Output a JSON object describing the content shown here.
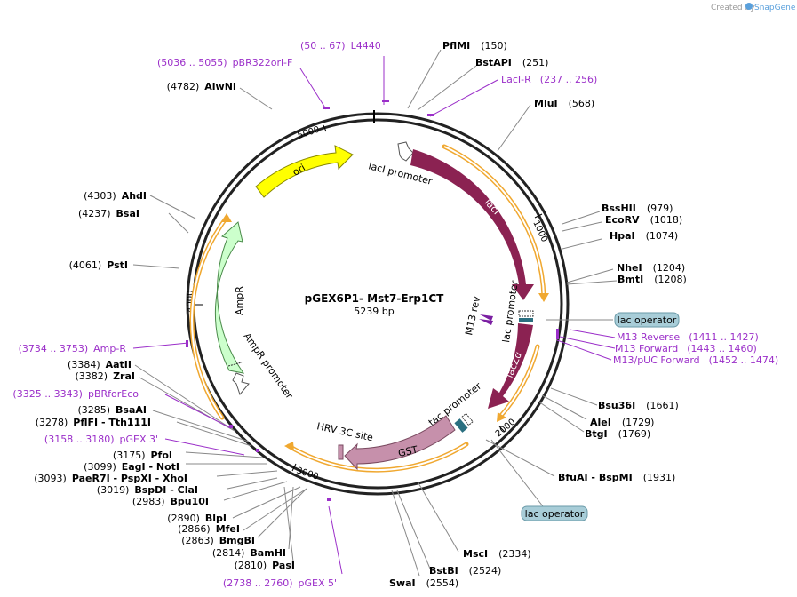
{
  "header": {
    "created_by": "Created by",
    "brand": "SnapGene"
  },
  "plasmid": {
    "name": "pGEX6P1- Mst7-Erp1CT",
    "size": "5239 bp"
  },
  "ticks": [
    "1000",
    "2000",
    "3000",
    "4000",
    "5000"
  ],
  "enzymes": [
    {
      "name": "PflMI",
      "pos": "(150)"
    },
    {
      "name": "BstAPI",
      "pos": "(251)"
    },
    {
      "name": "MluI",
      "pos": "(568)"
    },
    {
      "name": "BssHII",
      "pos": "(979)"
    },
    {
      "name": "EcoRV",
      "pos": "(1018)"
    },
    {
      "name": "HpaI",
      "pos": "(1074)"
    },
    {
      "name": "NheI",
      "pos": "(1204)"
    },
    {
      "name": "BmtI",
      "pos": "(1208)"
    },
    {
      "name": "Bsu36I",
      "pos": "(1661)"
    },
    {
      "name": "AleI",
      "pos": "(1729)"
    },
    {
      "name": "BtgI",
      "pos": "(1769)"
    },
    {
      "name": "BfuAI - BspMI",
      "pos": "(1931)"
    },
    {
      "name": "MscI",
      "pos": "(2334)"
    },
    {
      "name": "BstBI",
      "pos": "(2524)"
    },
    {
      "name": "SwaI",
      "pos": "(2554)"
    },
    {
      "name": "PasI",
      "pos": "(2810)"
    },
    {
      "name": "BamHI",
      "pos": "(2814)"
    },
    {
      "name": "BmgBI",
      "pos": "(2863)"
    },
    {
      "name": "MfeI",
      "pos": "(2866)"
    },
    {
      "name": "BlpI",
      "pos": "(2890)"
    },
    {
      "name": "Bpu10I",
      "pos": "(2983)"
    },
    {
      "name": "BspDI - ClaI",
      "pos": "(3019)"
    },
    {
      "name": "PaeR7I - PspXI - XhoI",
      "pos": "(3093)"
    },
    {
      "name": "EagI - NotI",
      "pos": "(3099)"
    },
    {
      "name": "PfoI",
      "pos": "(3175)"
    },
    {
      "name": "PflFI - Tth111I",
      "pos": "(3278)"
    },
    {
      "name": "BsaAI",
      "pos": "(3285)"
    },
    {
      "name": "ZraI",
      "pos": "(3382)"
    },
    {
      "name": "AatII",
      "pos": "(3384)"
    },
    {
      "name": "PstI",
      "pos": "(4061)"
    },
    {
      "name": "BsaI",
      "pos": "(4237)"
    },
    {
      "name": "AhdI",
      "pos": "(4303)"
    },
    {
      "name": "AlwNI",
      "pos": "(4782)"
    }
  ],
  "primers": [
    {
      "name": "L4440",
      "range": "(50 .. 67)"
    },
    {
      "name": "pBR322ori-F",
      "range": "(5036 .. 5055)"
    },
    {
      "name": "LacI-R",
      "range": "(237 .. 256)"
    },
    {
      "name": "M13 Reverse",
      "range": "(1411 .. 1427)"
    },
    {
      "name": "M13 Forward",
      "range": "(1443 .. 1460)"
    },
    {
      "name": "M13/pUC Forward",
      "range": "(1452 .. 1474)"
    },
    {
      "name": "Amp-R",
      "range": "(3734 .. 3753)"
    },
    {
      "name": "pBRforEco",
      "range": "(3325 .. 3343)"
    },
    {
      "name": "pGEX 3'",
      "range": "(3158 .. 3180)"
    },
    {
      "name": "pGEX 5'",
      "range": "(2738 .. 2760)"
    }
  ],
  "features": [
    {
      "name": "lacI promoter"
    },
    {
      "name": "lacI"
    },
    {
      "name": "lac promoter"
    },
    {
      "name": "M13 rev"
    },
    {
      "name": "lacZα"
    },
    {
      "name": "tac promoter"
    },
    {
      "name": "GST"
    },
    {
      "name": "HRV 3C site"
    },
    {
      "name": "AmpR promoter"
    },
    {
      "name": "AmpR"
    },
    {
      "name": "ori"
    }
  ],
  "callouts": [
    {
      "name": "lac operator"
    },
    {
      "name": "lac operator"
    }
  ],
  "colors": {
    "lacI": "#8b2252",
    "lacZ": "#8b2252",
    "GST": "#c690ab",
    "AmpR": "#ccffcc",
    "ori": "#ffff00",
    "orf_arc": "#f0a830",
    "primer": "#9b2fc9",
    "callout": "#a8cdd8"
  }
}
